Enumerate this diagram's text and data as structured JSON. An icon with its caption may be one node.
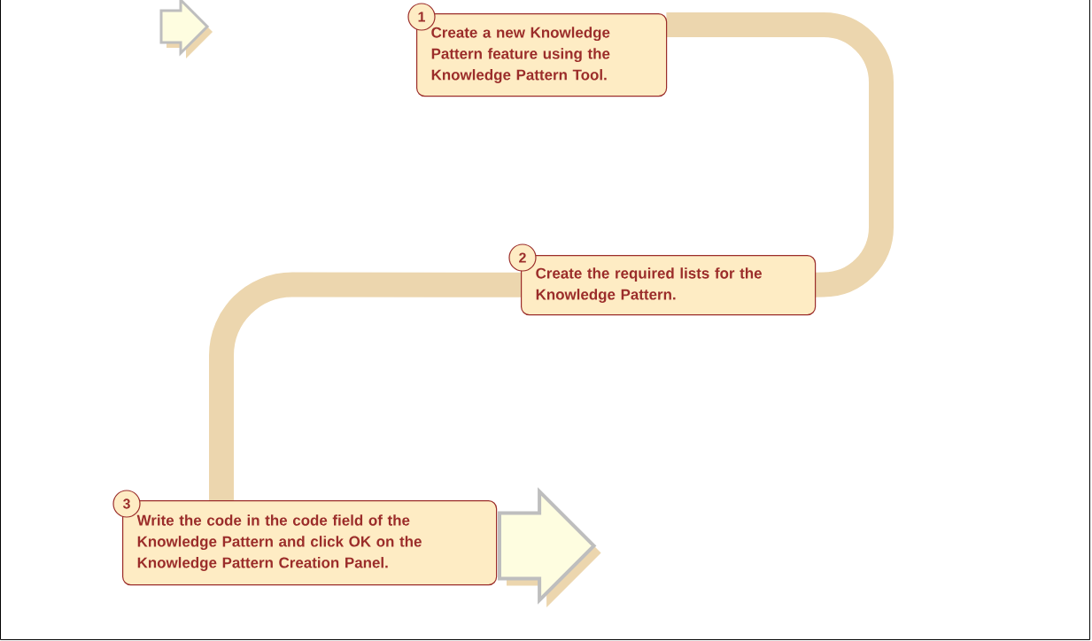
{
  "diagram": {
    "nodes": [
      {
        "text": [
          "1",
          "Create a new Knowledge Pattern feature using the Knowledge Pattern Tool."
        ]
      },
      {
        "text": [
          "2",
          "Create the required lists for the Knowledge Pattern."
        ]
      },
      {
        "text": [
          "3",
          "Write the code in the code field of the Knowledge Pattern and click OK on the Knowledge Pattern Creation Panel."
        ]
      }
    ],
    "edges": [
      {
        "from": 0,
        "to": 1,
        "arrow": "none"
      },
      {
        "from": 1,
        "to": 2,
        "arrow": "none"
      }
    ]
  }
}
